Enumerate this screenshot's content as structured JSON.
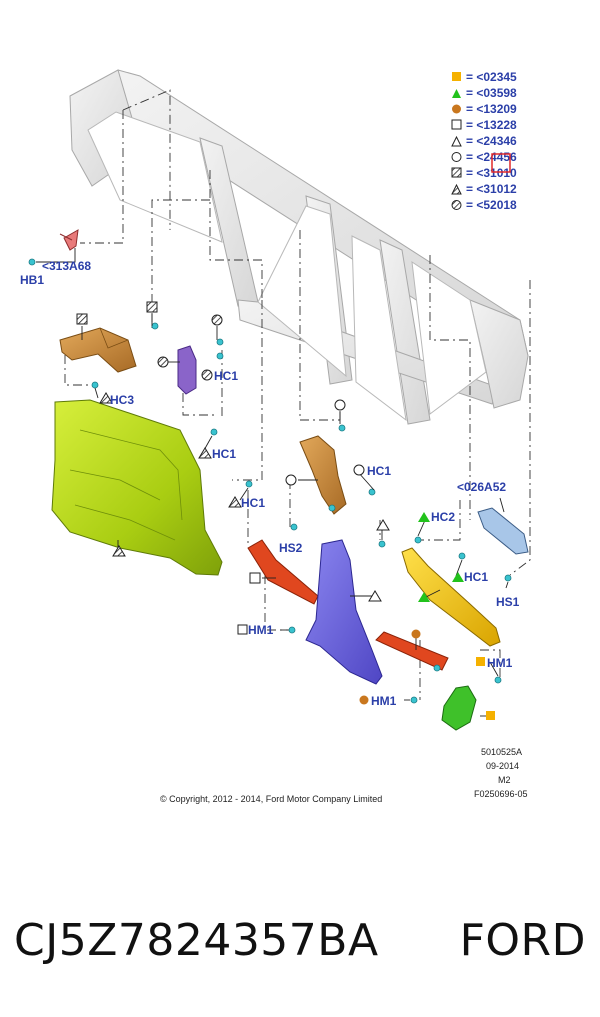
{
  "legend": [
    {
      "symbol": "filled-square",
      "color": "#f5b100",
      "code": "= <02345"
    },
    {
      "symbol": "filled-triangle",
      "color": "#22c21c",
      "code": "= <03598"
    },
    {
      "symbol": "filled-circle",
      "color": "#c9771e",
      "code": "= <13209"
    },
    {
      "symbol": "open-square",
      "color": "#222222",
      "code": "= <13228"
    },
    {
      "symbol": "open-triangle",
      "color": "#222222",
      "code": "= <24346"
    },
    {
      "symbol": "open-circle",
      "color": "#222222",
      "code": "= <24456"
    },
    {
      "symbol": "hatched-square",
      "color": "#222222",
      "code": "= <31010"
    },
    {
      "symbol": "hatched-triangle",
      "color": "#222222",
      "code": "= <31012"
    },
    {
      "symbol": "hatched-circle",
      "color": "#222222",
      "code": "= <52018"
    }
  ],
  "callouts": {
    "hb1": "HB1",
    "c313a68": "<313A68",
    "hc3": "HC3",
    "hc1_a": "HC1",
    "hc1_b": "HC1",
    "hc1_c": "HC1",
    "hc1_d": "HC1",
    "hc1_e": "HC1",
    "hs2": "HS2",
    "hm1_a": "HM1",
    "hm1_b": "HM1",
    "hm1_c": "HM1",
    "hc2": "HC2",
    "c026a52": "<026A52",
    "hs1": "HS1"
  },
  "meta": {
    "line1": "5010525A",
    "line2": "09-2014",
    "line3": "M2",
    "line4": "F0250696-05"
  },
  "copyright": "© Copyright, 2012 - 2014, Ford Motor Company Limited",
  "footer": {
    "part_number": "CJ5Z7824357BA",
    "brand": "FORD"
  },
  "colors": {
    "callout": "#2b3fa8",
    "quarter_trim": "#b6d71c",
    "upper_bracket": "#c88a3a",
    "small_clip_panel": "#8a64c9",
    "pillar_trim": "#6b63d9",
    "strip_red": "#e0471f",
    "yellow_trim": "#f2c319",
    "green_bracket": "#3fc12a",
    "blue_bracket": "#a8c6e8",
    "fastener": "#39c3cf",
    "highlight_box": "#e0282a"
  }
}
